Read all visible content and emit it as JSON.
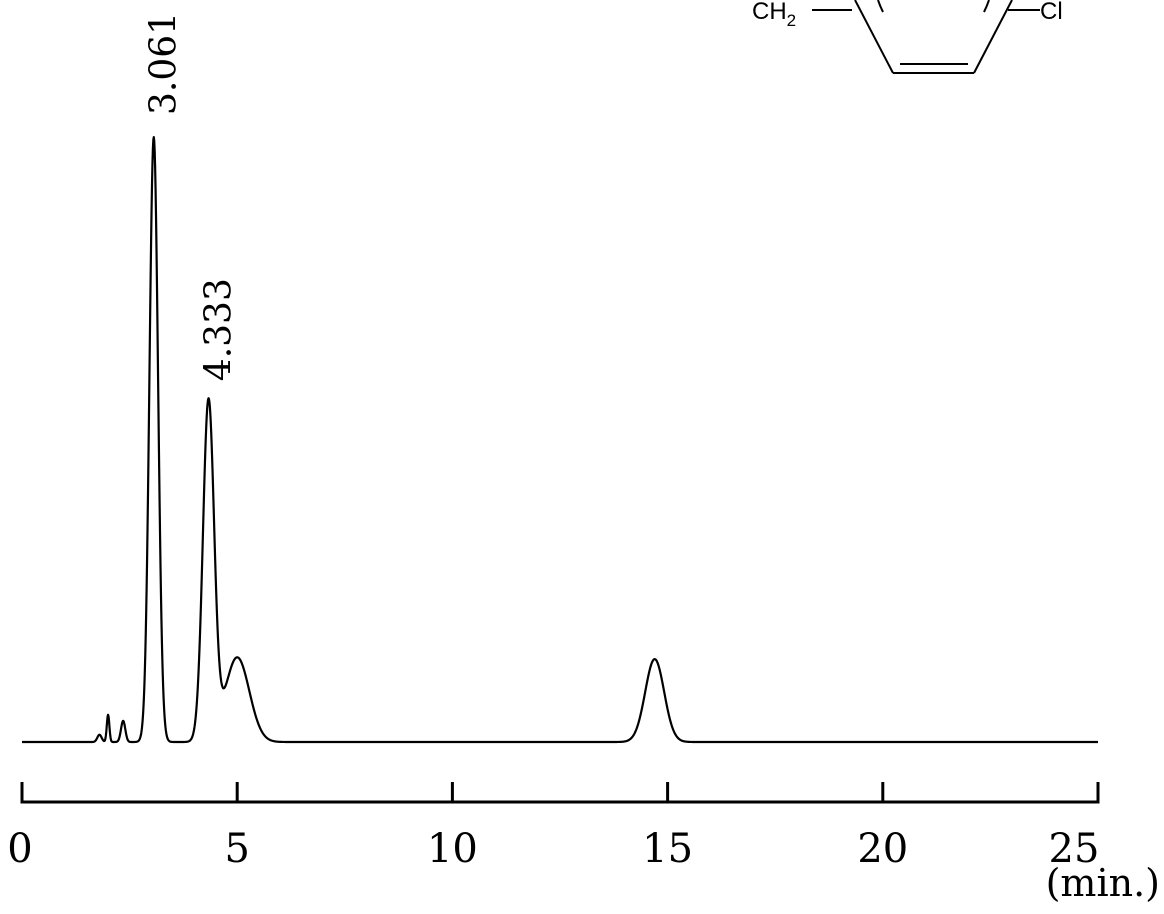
{
  "chart_data": {
    "type": "line",
    "xlabel": "(min.)",
    "ylabel": "",
    "xlim": [
      0,
      25
    ],
    "ticks": [
      "0",
      "5",
      "10",
      "15",
      "20",
      "25"
    ],
    "grid": false,
    "peaks": [
      {
        "retention_time": 1.8,
        "height": 0.012,
        "width": 0.05,
        "label": ""
      },
      {
        "retention_time": 2.0,
        "height": 0.045,
        "width": 0.03,
        "label": ""
      },
      {
        "retention_time": 2.35,
        "height": 0.035,
        "width": 0.05,
        "label": ""
      },
      {
        "retention_time": 3.061,
        "height": 1.0,
        "width": 0.1,
        "label": "3.061"
      },
      {
        "retention_time": 4.333,
        "height": 0.56,
        "width": 0.13,
        "label": "4.333"
      },
      {
        "retention_time": 5.0,
        "height": 0.14,
        "width": 0.28,
        "label": ""
      },
      {
        "retention_time": 14.7,
        "height": 0.137,
        "width": 0.22,
        "label": ""
      }
    ]
  },
  "structure": {
    "left_group": "CH",
    "left_group_subscript": "2",
    "right_group": "Cl"
  }
}
